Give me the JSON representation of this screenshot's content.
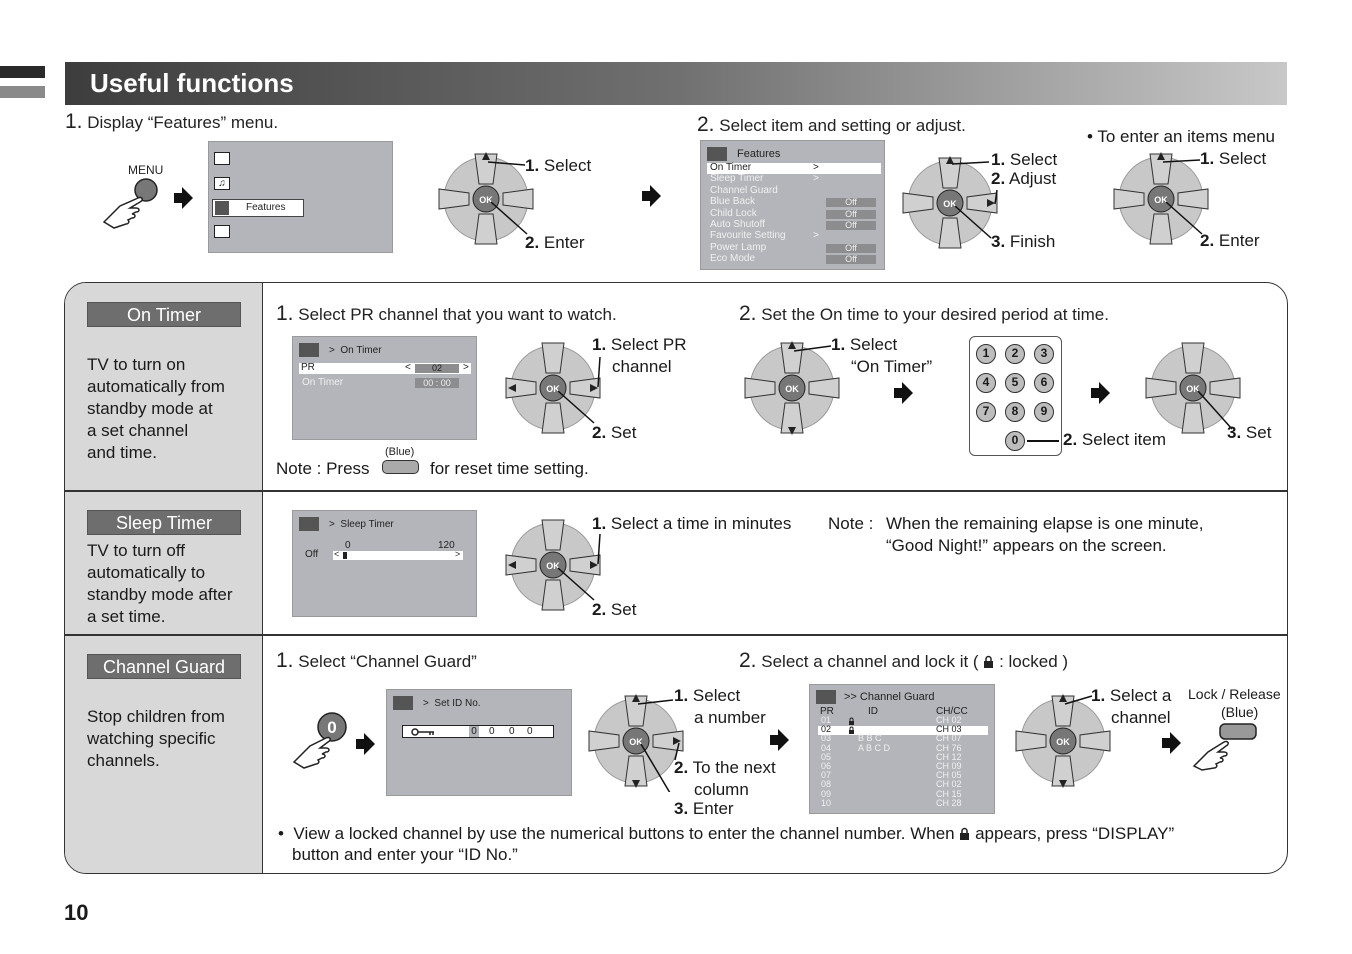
{
  "header": {
    "title": "Useful functions"
  },
  "top": {
    "step1_num": "1.",
    "step1_text": "Display “Features” menu.",
    "menu_label": "MENU",
    "features_label": "Features",
    "pad1_select": "Select",
    "pad1_enter": "Enter",
    "n1": "1.",
    "n2": "2.",
    "n3": "3.",
    "step2_num": "2.",
    "step2_text": "Select item and setting or adjust.",
    "features_menu": {
      "title": "Features",
      "items": [
        {
          "label": "On Timer",
          "value": ">"
        },
        {
          "label": "Sleep Timer",
          "value": ">"
        },
        {
          "label": "Channel Guard",
          "value": ""
        },
        {
          "label": "Blue Back",
          "value": "Off"
        },
        {
          "label": "Child Lock",
          "value": "Off"
        },
        {
          "label": "Auto Shutoff",
          "value": "Off"
        },
        {
          "label": "Favourite Setting",
          "value": ">"
        },
        {
          "label": "Power Lamp",
          "value": "Off"
        },
        {
          "label": "Eco Mode",
          "value": "Off"
        }
      ]
    },
    "pad2_select": "Select",
    "pad2_adjust": "Adjust",
    "pad2_finish": "Finish",
    "items_menu_note": "• To enter an items menu",
    "pad3_select": "Select",
    "pad3_enter": "Enter"
  },
  "on_timer": {
    "title": "On Timer",
    "desc": [
      "TV to turn on",
      "automatically from",
      "standby mode at",
      "a set channel",
      "and time."
    ],
    "step1_num": "1.",
    "step1_text": "Select PR channel that you want to watch.",
    "screen_title": "On Timer",
    "pr_label": "PR",
    "pr_value": "02",
    "lt": "<",
    "gt": ">",
    "time_label": "On Timer",
    "time_value": "00 : 00",
    "pad1_select": "Select PR",
    "pad1_select2": "channel",
    "pad1_set": "Set",
    "note_prefix": "Note : Press",
    "note_blue": "(Blue)",
    "note_suffix": "for reset time setting.",
    "step2_num": "2.",
    "step2_text": "Set the On time to your desired period at time.",
    "pad2_select": "Select",
    "pad2_select2": "“On Timer”",
    "keys": [
      "1",
      "2",
      "3",
      "4",
      "5",
      "6",
      "7",
      "8",
      "9",
      "0"
    ],
    "select_item": "Select item",
    "pad3_set": "Set"
  },
  "sleep_timer": {
    "title": "Sleep Timer",
    "desc": [
      "TV to turn off",
      "automatically to",
      "standby mode after",
      "a set time."
    ],
    "screen_title": "Sleep Timer",
    "scale_min": "0",
    "scale_max": "120",
    "off_label": "Off",
    "pad_select": "Select a time in minutes",
    "pad_set": "Set",
    "note_label": "Note :",
    "note_line1": "When the remaining elapse is one minute,",
    "note_line2": "“Good Night!” appears on the screen."
  },
  "channel_guard": {
    "title": "Channel Guard",
    "desc": [
      "Stop children from",
      "watching specific",
      "channels."
    ],
    "step1_num": "1.",
    "step1_text": "Select “Channel Guard”",
    "zero_key": "0",
    "screen1_title": "Set ID No.",
    "id_digits": [
      "0",
      "0",
      "0",
      "0"
    ],
    "pad1_select": "Select",
    "pad1_select2": "a number",
    "pad1_next": "To the next",
    "pad1_next2": "column",
    "pad1_enter": "Enter",
    "step2_num": "2.",
    "step2_text_a": "Select a channel and lock it (",
    "step2_text_b": ": locked )",
    "screen2_title": "Channel Guard",
    "cols": {
      "pr": "PR",
      "id": "ID",
      "chcc": "CH/CC"
    },
    "rows": [
      {
        "pr": "01",
        "lock": true,
        "id": "",
        "ch": "CH  02"
      },
      {
        "pr": "02",
        "lock": true,
        "id": "",
        "ch": "CH  03"
      },
      {
        "pr": "03",
        "lock": false,
        "id": "B B C",
        "ch": "CH  07"
      },
      {
        "pr": "04",
        "lock": false,
        "id": "A B C D",
        "ch": "CH  76"
      },
      {
        "pr": "05",
        "lock": false,
        "id": "",
        "ch": "CH  12"
      },
      {
        "pr": "06",
        "lock": false,
        "id": "",
        "ch": "CH  09"
      },
      {
        "pr": "07",
        "lock": false,
        "id": "",
        "ch": "CH  05"
      },
      {
        "pr": "08",
        "lock": false,
        "id": "",
        "ch": "CH  02"
      },
      {
        "pr": "09",
        "lock": false,
        "id": "",
        "ch": "CH  15"
      },
      {
        "pr": "10",
        "lock": false,
        "id": "",
        "ch": "CH  28"
      }
    ],
    "pad2_select": "Select a",
    "pad2_select2": "channel",
    "lock_release": "Lock / Release",
    "lock_blue": "(Blue)",
    "bottom_note_a": "View a locked channel by use the numerical buttons to enter the channel number. When",
    "bottom_note_b": "appears, press “DISPLAY”",
    "bottom_note_c": "button and enter your “ID No.”"
  },
  "page_number": "10"
}
